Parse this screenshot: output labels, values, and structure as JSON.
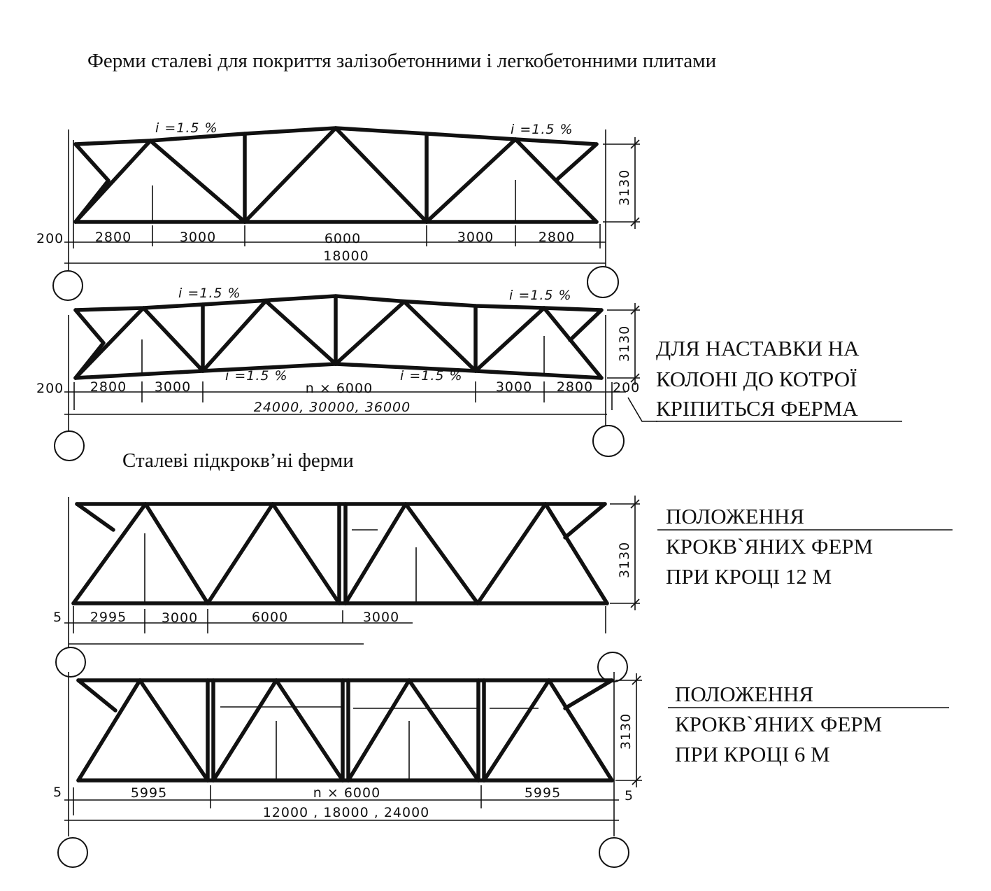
{
  "title": "Ферми сталеві для покриття залізобетонними і легкобетонними плитами",
  "subtitle": "Сталеві підкрокв’ні ферми",
  "notes": {
    "splice": [
      "ДЛЯ НАСТАВКИ НА",
      "КОЛОНІ ДО КОТРОЇ",
      "КРІПИТЬСЯ ФЕРМА"
    ],
    "step12": [
      "ПОЛОЖЕННЯ",
      "КРОКВ`ЯНИХ ФЕРМ",
      "ПРИ КРОЦІ 12 М"
    ],
    "step6": [
      "ПОЛОЖЕННЯ",
      "КРОКВ`ЯНИХ ФЕРМ",
      "ПРИ КРОЦІ 6 М"
    ]
  },
  "truss1": {
    "slope_left": "i =1.5 %",
    "slope_right": "i =1.5 %",
    "height": "3130",
    "offset_left": "200",
    "panels": [
      "2800",
      "3000",
      "6000",
      "3000",
      "2800"
    ],
    "total": "18000"
  },
  "truss2": {
    "slope_left": "i =1.5 %",
    "slope_right": "i =1.5 %",
    "slope_bottom_left": "i =1.5 %",
    "slope_bottom_right": "i =1.5 %",
    "height": "3130",
    "offset_left": "200",
    "offset_right": "200",
    "panels": [
      "2800",
      "3000",
      "n × 6000",
      "3000",
      "2800"
    ],
    "total": "24000, 30000, 36000"
  },
  "truss3": {
    "height": "3130",
    "offset_left": "5",
    "panels": [
      "2995",
      "3000",
      "6000",
      "3000"
    ]
  },
  "truss4": {
    "height": "3130",
    "offset_left": "5",
    "offset_right": "5",
    "panels": [
      "5995",
      "n × 6000",
      "5995"
    ],
    "total": "12000 , 18000 , 24000"
  }
}
